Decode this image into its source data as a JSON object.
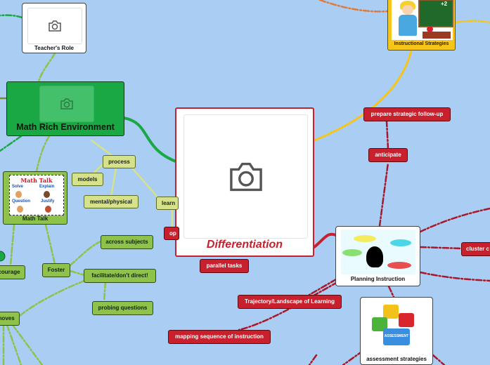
{
  "central": {
    "title": "Differentiation",
    "color": "#c8202c"
  },
  "cards": {
    "teachers_role": "Teacher's Role",
    "math_rich": "Math Rich Environment",
    "math_talk": "Math Talk",
    "instructional": "Instructional Strategies",
    "planning": "Planning Instruction",
    "assessment": "assessment strategies"
  },
  "math_talk_words": {
    "title": "Math Talk",
    "w1": "Solve",
    "w2": "Explain",
    "w3": "Question",
    "w4": "Justify"
  },
  "green_nodes": {
    "across": "across subjects",
    "facilitate": "facilitate/don't direct!",
    "probing": "probing questions",
    "foster": "Foster",
    "courage": "courage",
    "moves": "moves"
  },
  "lime_nodes": {
    "process": "process",
    "models": "models",
    "mental": "mental/physical",
    "learn": "learn",
    "op": "op"
  },
  "red_nodes": {
    "prepare": "prepare strategic follow-up",
    "anticipate": "anticipate",
    "parallel": "parallel tasks",
    "trajectory": "Trajectory/Landscape of Learning",
    "mapping": "mapping sequence of instruction",
    "cluster": "cluster c"
  },
  "puzzle_label": "ASSESSMENT",
  "colors": {
    "background": "#a9cdf3",
    "green": "#8fc24a",
    "dark_green": "#1aa845",
    "red": "#c8202c",
    "yellow": "#f6c51a",
    "lime": "#d6e28a"
  }
}
